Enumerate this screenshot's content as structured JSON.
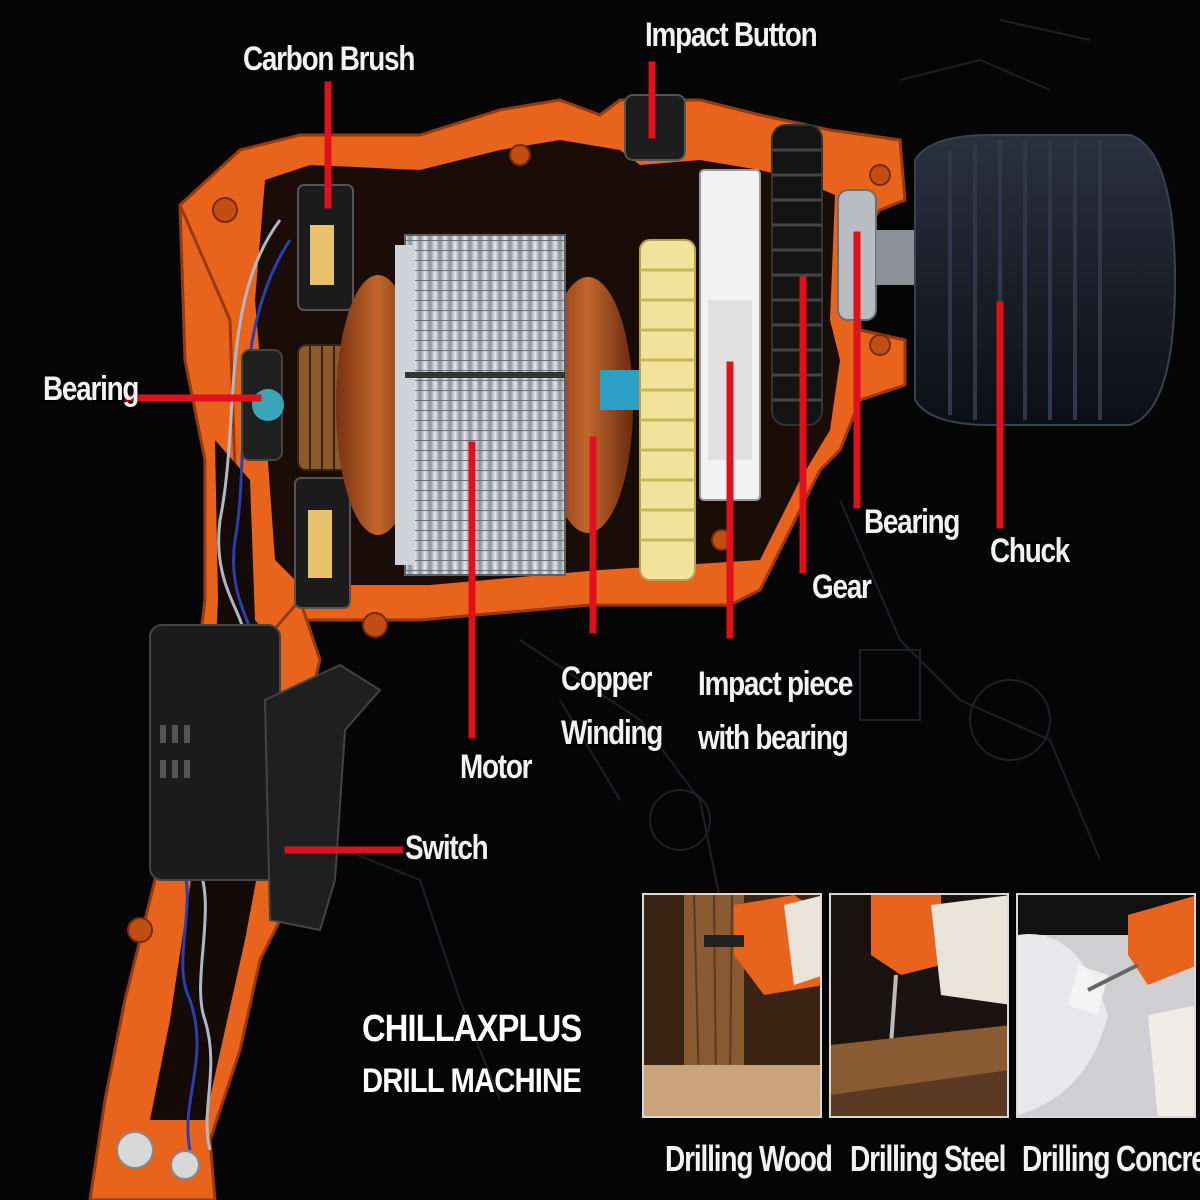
{
  "labels": {
    "carbon_brush": "Carbon Brush",
    "impact_button": "Impact Button",
    "bearing_left": "Bearing",
    "bearing_right": "Bearing",
    "chuck": "Chuck",
    "gear": "Gear",
    "copper_winding": [
      "Copper",
      "Winding"
    ],
    "impact_piece": [
      "Impact piece",
      "with bearing"
    ],
    "motor": "Motor",
    "switch": "Switch"
  },
  "brand": {
    "line1": "CHILLAXPLUS",
    "line2": "DRILL MACHINE"
  },
  "examples": [
    {
      "caption": "Drilling Wood"
    },
    {
      "caption": "Drilling Steel"
    },
    {
      "caption": "Drilling Concrete"
    }
  ],
  "colors": {
    "body_orange": "#e8641c",
    "label_red": "#e0101c",
    "background": "#050505"
  }
}
